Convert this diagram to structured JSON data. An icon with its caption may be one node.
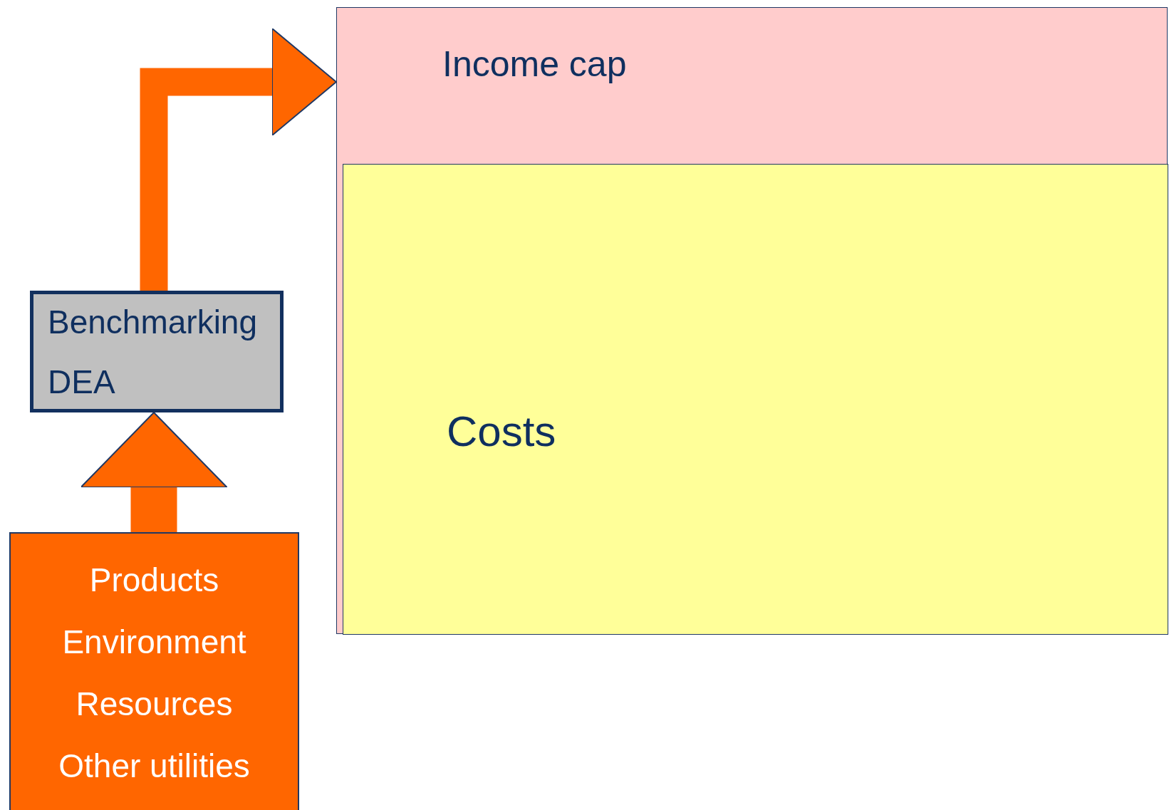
{
  "diagram": {
    "nodes": [
      {
        "text": [
          "Income cap"
        ]
      },
      {
        "text": [
          "Costs"
        ],
        "in": 0
      },
      {
        "text": [
          "Benchmarking",
          "DEA"
        ]
      },
      {
        "text": [
          "Products",
          "Environment",
          "Resources",
          "Other utilities"
        ]
      }
    ],
    "edges": [
      {
        "from": 3,
        "to": 2,
        "arrow": "to"
      },
      {
        "from": 2,
        "to": 0,
        "arrow": "to"
      }
    ]
  }
}
